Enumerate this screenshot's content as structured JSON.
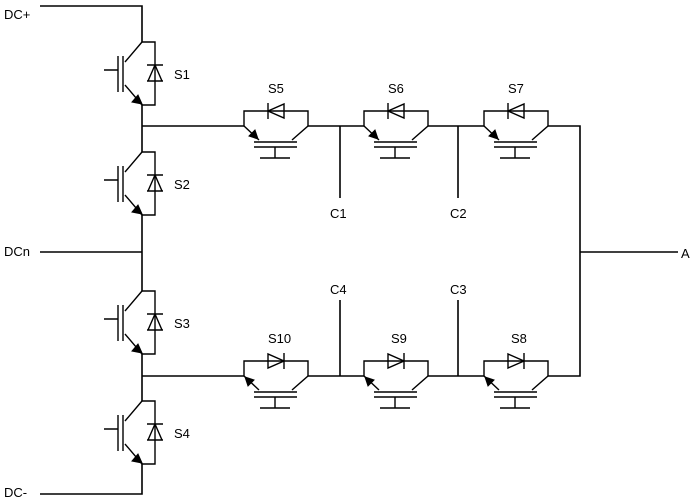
{
  "terminals": {
    "dc_plus": "DC+",
    "dc_neutral": "DCn",
    "dc_minus": "DC-",
    "output": "A"
  },
  "switches": {
    "s1": "S1",
    "s2": "S2",
    "s3": "S3",
    "s4": "S4",
    "s5": "S5",
    "s6": "S6",
    "s7": "S7",
    "s8": "S8",
    "s9": "S9",
    "s10": "S10"
  },
  "capacitors": {
    "c1": "C1",
    "c2": "C2",
    "c3": "C3",
    "c4": "C4"
  }
}
